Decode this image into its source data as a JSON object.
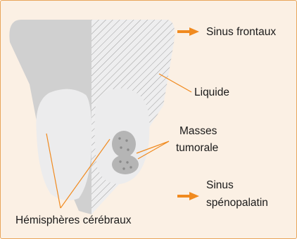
{
  "labels": {
    "sinus_frontaux": "Sinus frontaux",
    "liquide": "Liquide",
    "masses_line1": "Masses",
    "masses_line2": "tumorale",
    "sinus_sphen_line1": "Sinus",
    "sinus_sphen_line2": "spénopalatin",
    "hemispheres": "Hémisphères cérébraux"
  },
  "colors": {
    "frame_border": "#e8a55a",
    "background": "#fbf0e4",
    "skull_left": "#d0d0d0",
    "skull_right": "#eeeeef",
    "hatch": "#9d9d9d",
    "hemisphere": "#ececed",
    "tumor": "#b5b5b5",
    "arrow": "#f08a1f",
    "leader_line": "#f08a1f"
  },
  "icons": {
    "legend_arrow": "arrow-right-icon"
  }
}
